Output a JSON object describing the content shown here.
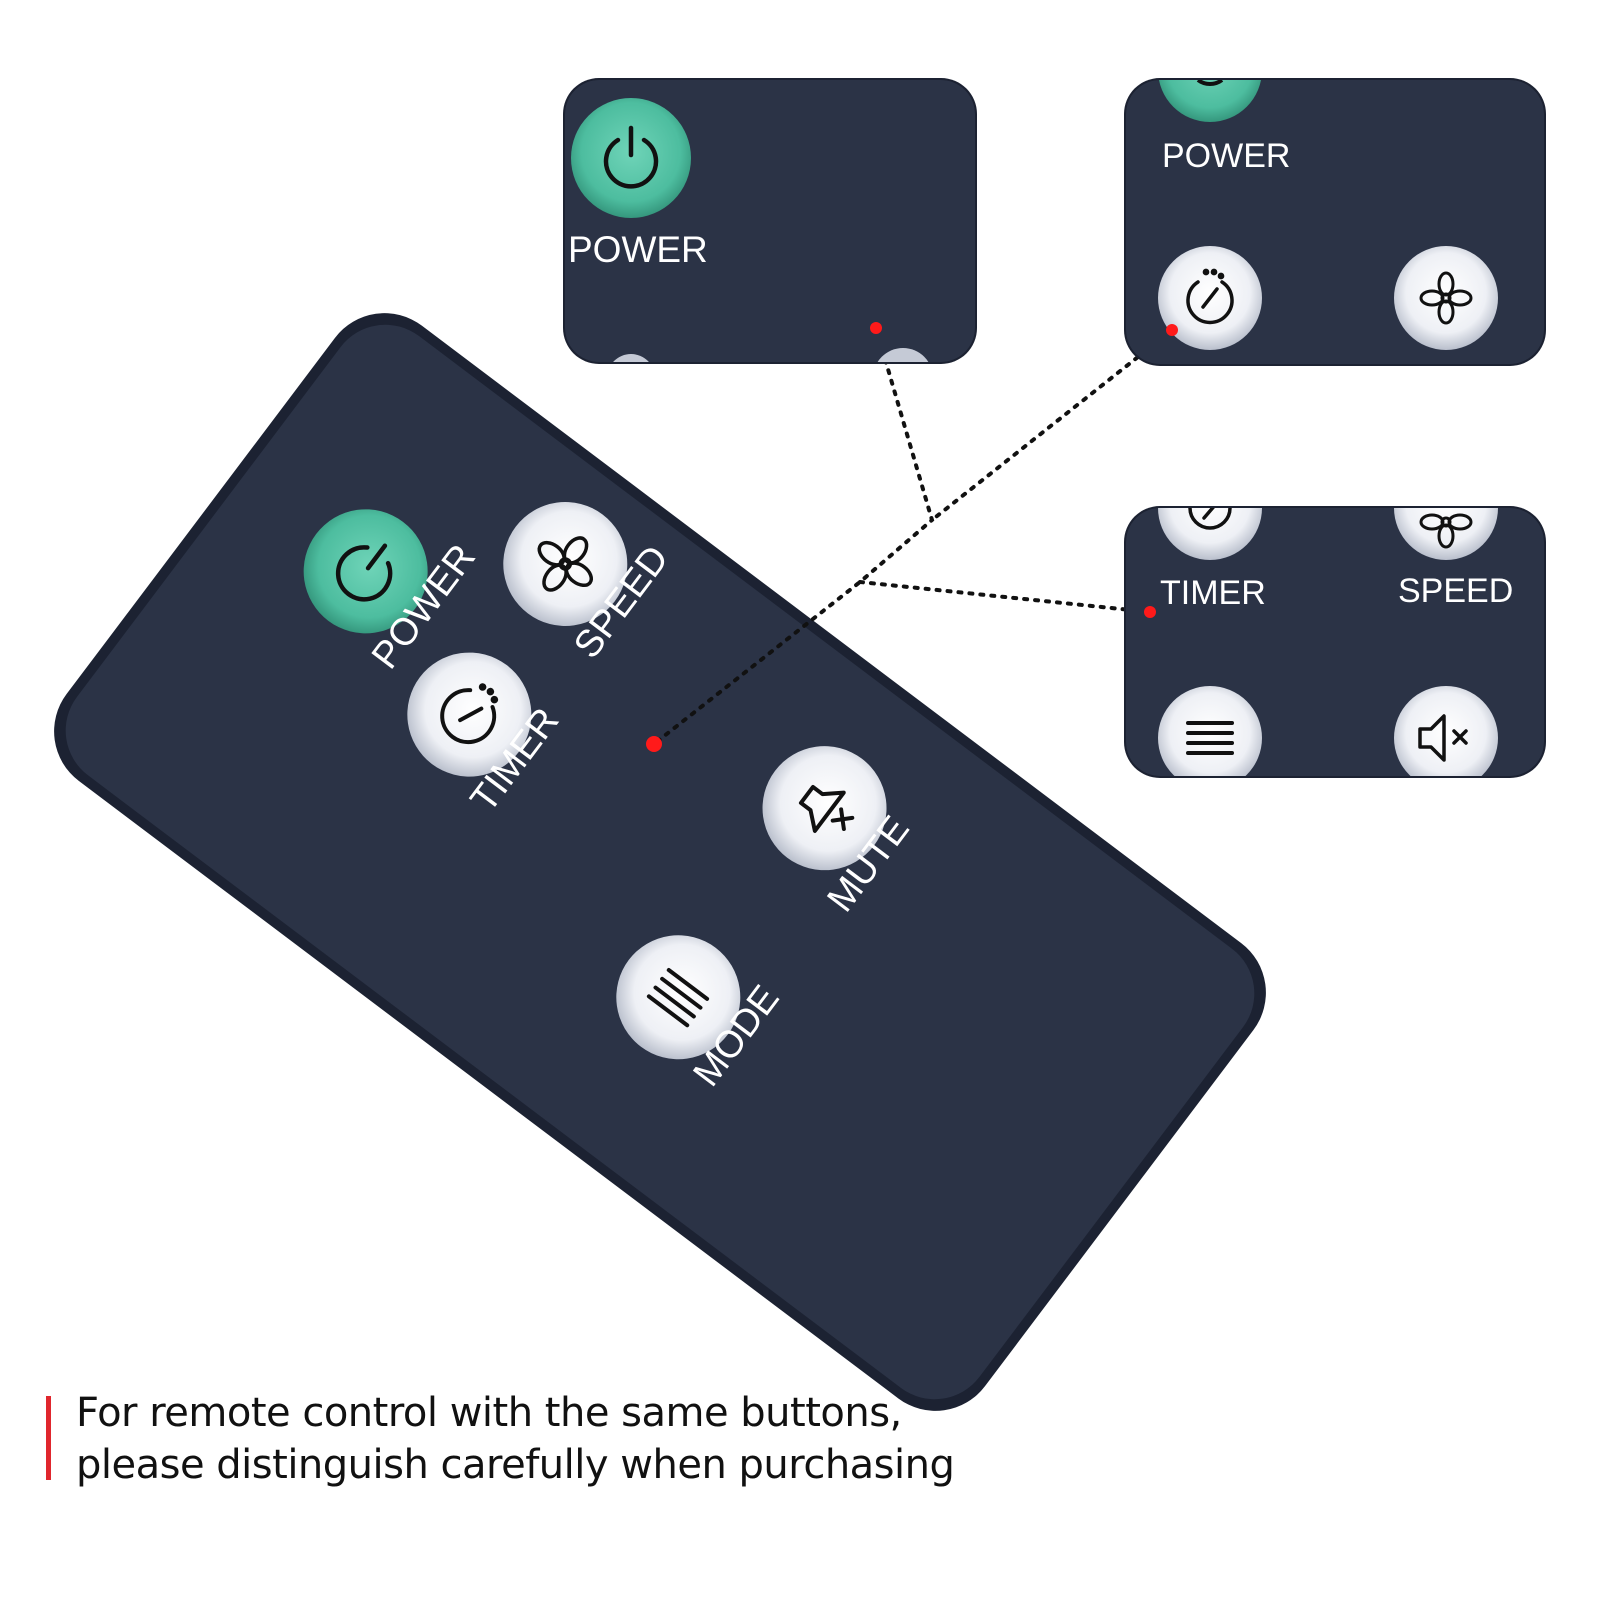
{
  "remote": {
    "buttons": {
      "power": "POWER",
      "speed": "SPEED",
      "timer": "TIMER",
      "mute": "MUTE",
      "mode": "MODE"
    }
  },
  "callouts": {
    "top_left": {
      "power_label": "POWER"
    },
    "top_right": {
      "power_label": "POWER"
    },
    "middle_right": {
      "timer_label": "TIMER",
      "speed_label": "SPEED"
    }
  },
  "caption": {
    "line1": "For remote control with the same buttons,",
    "line2": "please distinguish carefully when purchasing"
  },
  "colors": {
    "remote_body": "#2b3346",
    "remote_edge": "#1c2232",
    "power_button": "#4dbd9f",
    "white_button": "#f2f3f7",
    "marker": "#ff1a1a",
    "caption_bar": "#e0262d"
  },
  "icons": [
    "power-icon",
    "fan-icon",
    "timer-icon",
    "mute-icon",
    "mode-icon"
  ]
}
